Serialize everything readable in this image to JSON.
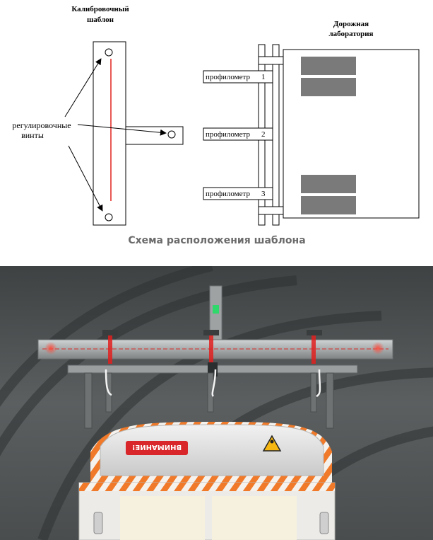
{
  "diagram": {
    "template_title": [
      "Калибровочный",
      "шаблон"
    ],
    "lab_title": [
      "Дорожная",
      "лаборатория"
    ],
    "screws_label": [
      "регулировочные",
      "винты"
    ],
    "profilometers": [
      {
        "label": "профилометр",
        "number": "1"
      },
      {
        "label": "профилометр",
        "number": "2"
      },
      {
        "label": "профилометр",
        "number": "3"
      }
    ],
    "caption": "Схема расположения шаблона"
  },
  "photo": {
    "warning_text": "ВНИМАНИЕ!",
    "hazard_symbol": "laser-warning-icon"
  },
  "colors": {
    "laser_red": "#e0201e",
    "panel_gray": "#7a7a7a",
    "caption_gray": "#6b6b6b",
    "tunnel_gray": "#55595a",
    "truck_orange": "#f07a2a"
  }
}
